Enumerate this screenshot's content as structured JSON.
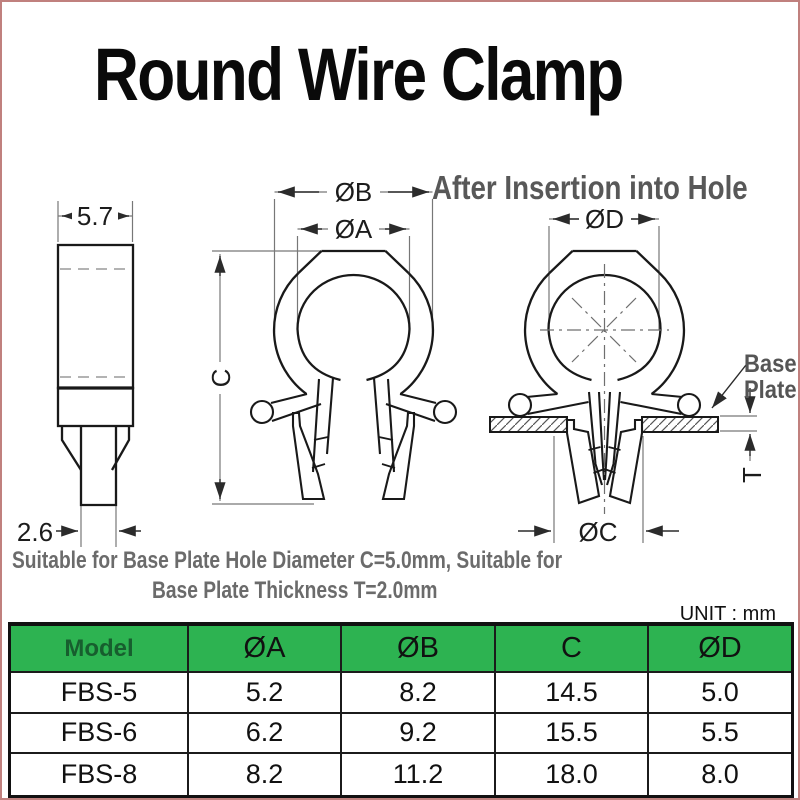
{
  "title": "Round Wire Clamp",
  "subtitle": "After Insertion into Hole",
  "notes": {
    "line1": "Suitable for Base Plate Hole Diameter C=5.0mm, Suitable for",
    "line2": "Base Plate Thickness T=2.0mm"
  },
  "unit_label": "UNIT : mm",
  "dims": {
    "side_top": "5.7",
    "side_bottom": "2.6",
    "front_outer": "ØB",
    "front_inner": "ØA",
    "front_height": "C",
    "inserted_top": "ØD",
    "inserted_bottom": "ØC",
    "plate_thickness": "T",
    "plate_label_line1": "Base",
    "plate_label_line2": "Plate"
  },
  "colors": {
    "table_header_green": "#2db351",
    "model_text_green": "#175e2e",
    "heading_gray": "#585858",
    "note_gray": "#6b6b6b",
    "page_border": "#c0807e"
  },
  "table": {
    "columns": [
      "Model",
      "ØA",
      "ØB",
      "C",
      "ØD"
    ],
    "rows": [
      [
        "FBS-5",
        "5.2",
        "8.2",
        "14.5",
        "5.0"
      ],
      [
        "FBS-6",
        "6.2",
        "9.2",
        "15.5",
        "5.5"
      ],
      [
        "FBS-8",
        "8.2",
        "11.2",
        "18.0",
        "8.0"
      ]
    ]
  }
}
